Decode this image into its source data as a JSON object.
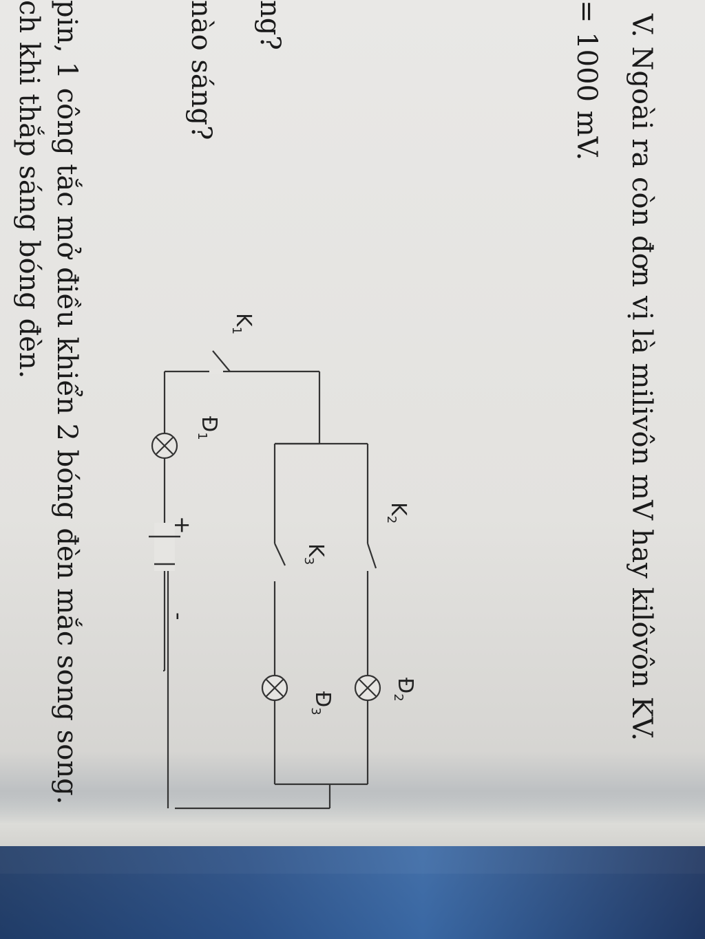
{
  "text": {
    "line1": "V. Ngoài ra còn đơn vị là milivôn mV hay kilôvôn KV.",
    "line2": "= 1000 mV.",
    "line3": "ng?",
    "line4": "nào sáng?",
    "line5": "pin, 1 công tắc mở điều khiển 2 bóng đèn mắc song song.",
    "line6": "ch khi thắp sáng bóng đèn."
  },
  "diagram": {
    "k1": "K",
    "k1_sub": "1",
    "k2": "K",
    "k2_sub": "2",
    "k3": "K",
    "k3_sub": "3",
    "d1": "Đ",
    "d1_sub": "1",
    "d2": "Đ",
    "d2_sub": "2",
    "d3": "Đ",
    "d3_sub": "3",
    "plus": "+",
    "minus": "-"
  }
}
